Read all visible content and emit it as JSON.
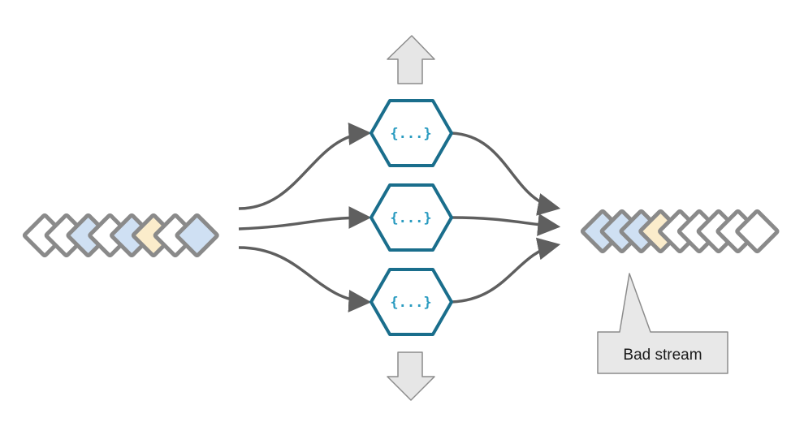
{
  "colors": {
    "hex_stroke": "#1a6e8c",
    "hex_text": "#2a9bc0",
    "card_stroke": "#8a8a8a",
    "card_blue": "#cfe0f3",
    "card_yellow": "#fbeccb",
    "card_white": "#ffffff",
    "arrow_line": "#5f5f5f",
    "big_arrow_fill": "#e6e6e6",
    "big_arrow_stroke": "#8c8c8c",
    "callout_fill": "#e8e8e8",
    "callout_stroke": "#8c8c8c"
  },
  "input_stream": {
    "cards": [
      "white",
      "white",
      "blue",
      "white",
      "blue",
      "yellow",
      "white",
      "blue"
    ]
  },
  "output_stream": {
    "cards": [
      "blue",
      "blue",
      "blue",
      "yellow",
      "white",
      "white",
      "white",
      "white",
      "white"
    ]
  },
  "workers": [
    {
      "label": "{...}"
    },
    {
      "label": "{...}"
    },
    {
      "label": "{...}"
    }
  ],
  "scale_arrows": {
    "up_icon": "arrow-up-icon",
    "down_icon": "arrow-down-icon"
  },
  "callout": {
    "text": "Bad stream"
  }
}
